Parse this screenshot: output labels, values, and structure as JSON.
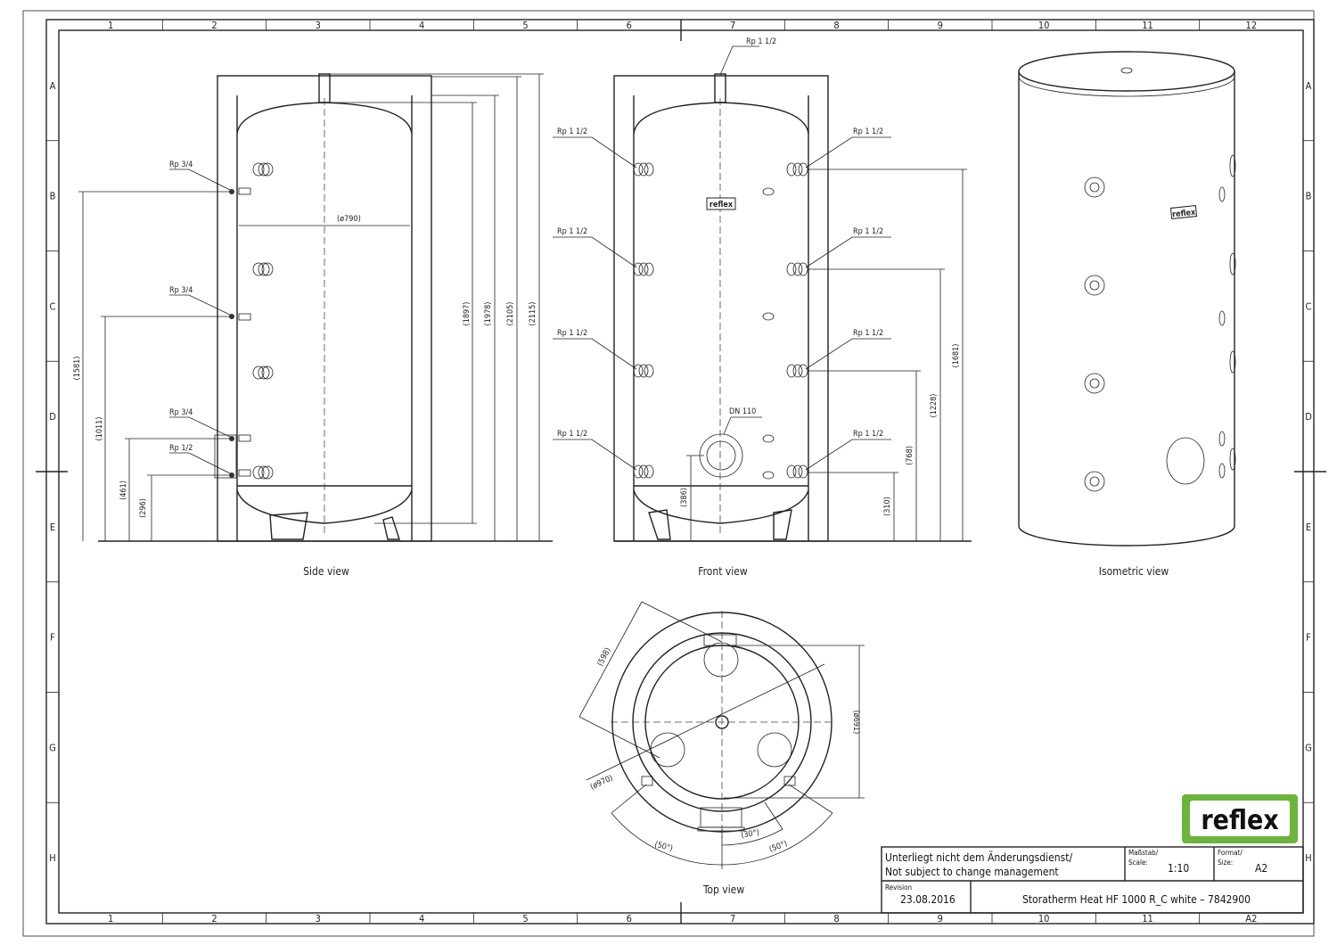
{
  "grid": {
    "columns": [
      "1",
      "2",
      "3",
      "4",
      "5",
      "6",
      "7",
      "8",
      "9",
      "10",
      "11",
      "12"
    ],
    "rows": [
      "A",
      "B",
      "C",
      "D",
      "E",
      "F",
      "G",
      "H"
    ],
    "corner_bottom_right": "A2"
  },
  "side_view": {
    "caption": "Side view",
    "connections": [
      "Rp 3/4",
      "Rp 3/4",
      "Rp 3/4",
      "Rp 1/2"
    ],
    "diameter": "(ø790)",
    "dims_left": [
      "(1581)",
      "(1011)",
      "(461)",
      "(296)"
    ],
    "dims_right": [
      "(1897)",
      "(1978)",
      "(2105)",
      "(2115)"
    ]
  },
  "front_view": {
    "caption": "Front view",
    "top_connection": "Rp 1 1/2",
    "left_connections": [
      "Rp 1 1/2",
      "Rp 1 1/2",
      "Rp 1 1/2",
      "Rp 1 1/2"
    ],
    "right_connections": [
      "Rp 1 1/2",
      "Rp 1 1/2",
      "Rp 1 1/2",
      "Rp 1 1/2"
    ],
    "flange": "DN 110",
    "flange_dim": "(386)",
    "dims_right": [
      "(310)",
      "(768)",
      "(1228)",
      "(1681)"
    ],
    "badge": "reflex"
  },
  "isometric_view": {
    "caption": "Isometric view",
    "badge": "reflex"
  },
  "top_view": {
    "caption": "Top view",
    "dims": [
      "(598)",
      "(ø691)",
      "(ø970)",
      "(50°)",
      "(30°)",
      "(50°)"
    ]
  },
  "logo": {
    "text": "reflex",
    "color": "#6db33f"
  },
  "title_block": {
    "notice_de": "Unterliegt nicht dem Änderungsdienst/",
    "notice_en": "Not subject to change management",
    "scale_label": "Maßstab/",
    "scale_label_en": "Scale:",
    "scale_value": "1:10",
    "format_label": "Format/",
    "format_label_en": "Size:",
    "format_value": "A2",
    "revision_label": "Revision",
    "revision_date": "23.08.2016",
    "title": "Storatherm Heat HF 1000 R_C white – 7842900"
  }
}
